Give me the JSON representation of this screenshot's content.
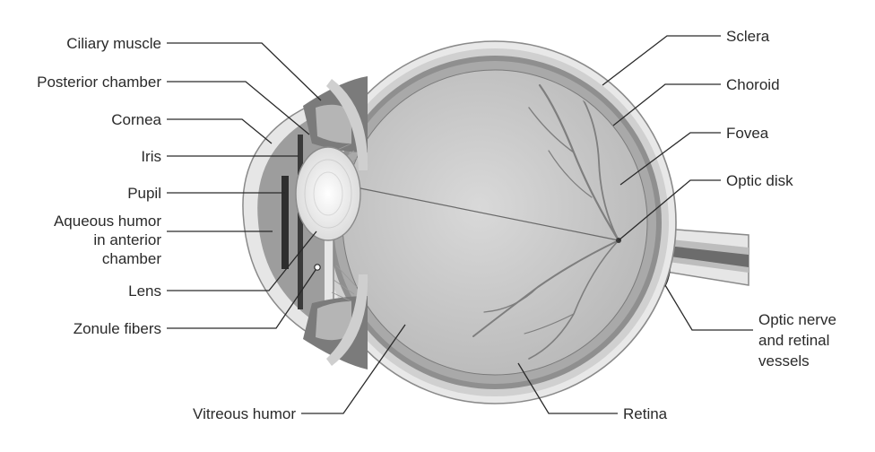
{
  "labels": {
    "ciliary_muscle": "Ciliary muscle",
    "posterior_chamber": "Posterior chamber",
    "cornea": "Cornea",
    "iris": "Iris",
    "pupil": "Pupil",
    "aqueous_1": "Aqueous humor",
    "aqueous_2": "in anterior",
    "aqueous_3": "chamber",
    "lens": "Lens",
    "zonule_fibers": "Zonule fibers",
    "vitreous_humor": "Vitreous humor",
    "sclera": "Sclera",
    "choroid": "Choroid",
    "fovea": "Fovea",
    "optic_disk": "Optic disk",
    "optic_nerve_1": "Optic nerve",
    "optic_nerve_2": "and retinal",
    "optic_nerve_3": "vessels",
    "retina": "Retina"
  }
}
